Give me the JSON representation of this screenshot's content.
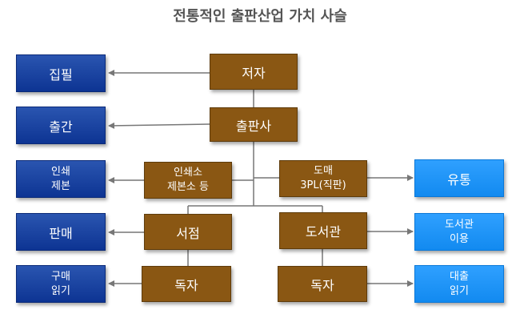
{
  "title": "전통적인 출판산업 가치 사슬",
  "nodes": {
    "writer": "저자",
    "publisher": "출판사",
    "printer_l1": "인쇄소",
    "printer_l2": "제본소 등",
    "wholesale_l1": "도매",
    "wholesale_l2": "3PL(직판)",
    "bookstore": "서점",
    "library": "도서관",
    "reader1": "독자",
    "reader2": "독자"
  },
  "left": {
    "write": "집필",
    "publish": "출간",
    "print_l1": "인쇄",
    "print_l2": "제본",
    "sell": "판매",
    "buy_l1": "구매",
    "buy_l2": "읽기"
  },
  "right": {
    "distribution": "유통",
    "library_use_l1": "도서관",
    "library_use_l2": "이용",
    "borrow_l1": "대출",
    "borrow_l2": "읽기"
  },
  "colors": {
    "brown": "#8a5713",
    "navy": "#0d3493",
    "sky": "#128af0",
    "connector": "#777777"
  }
}
